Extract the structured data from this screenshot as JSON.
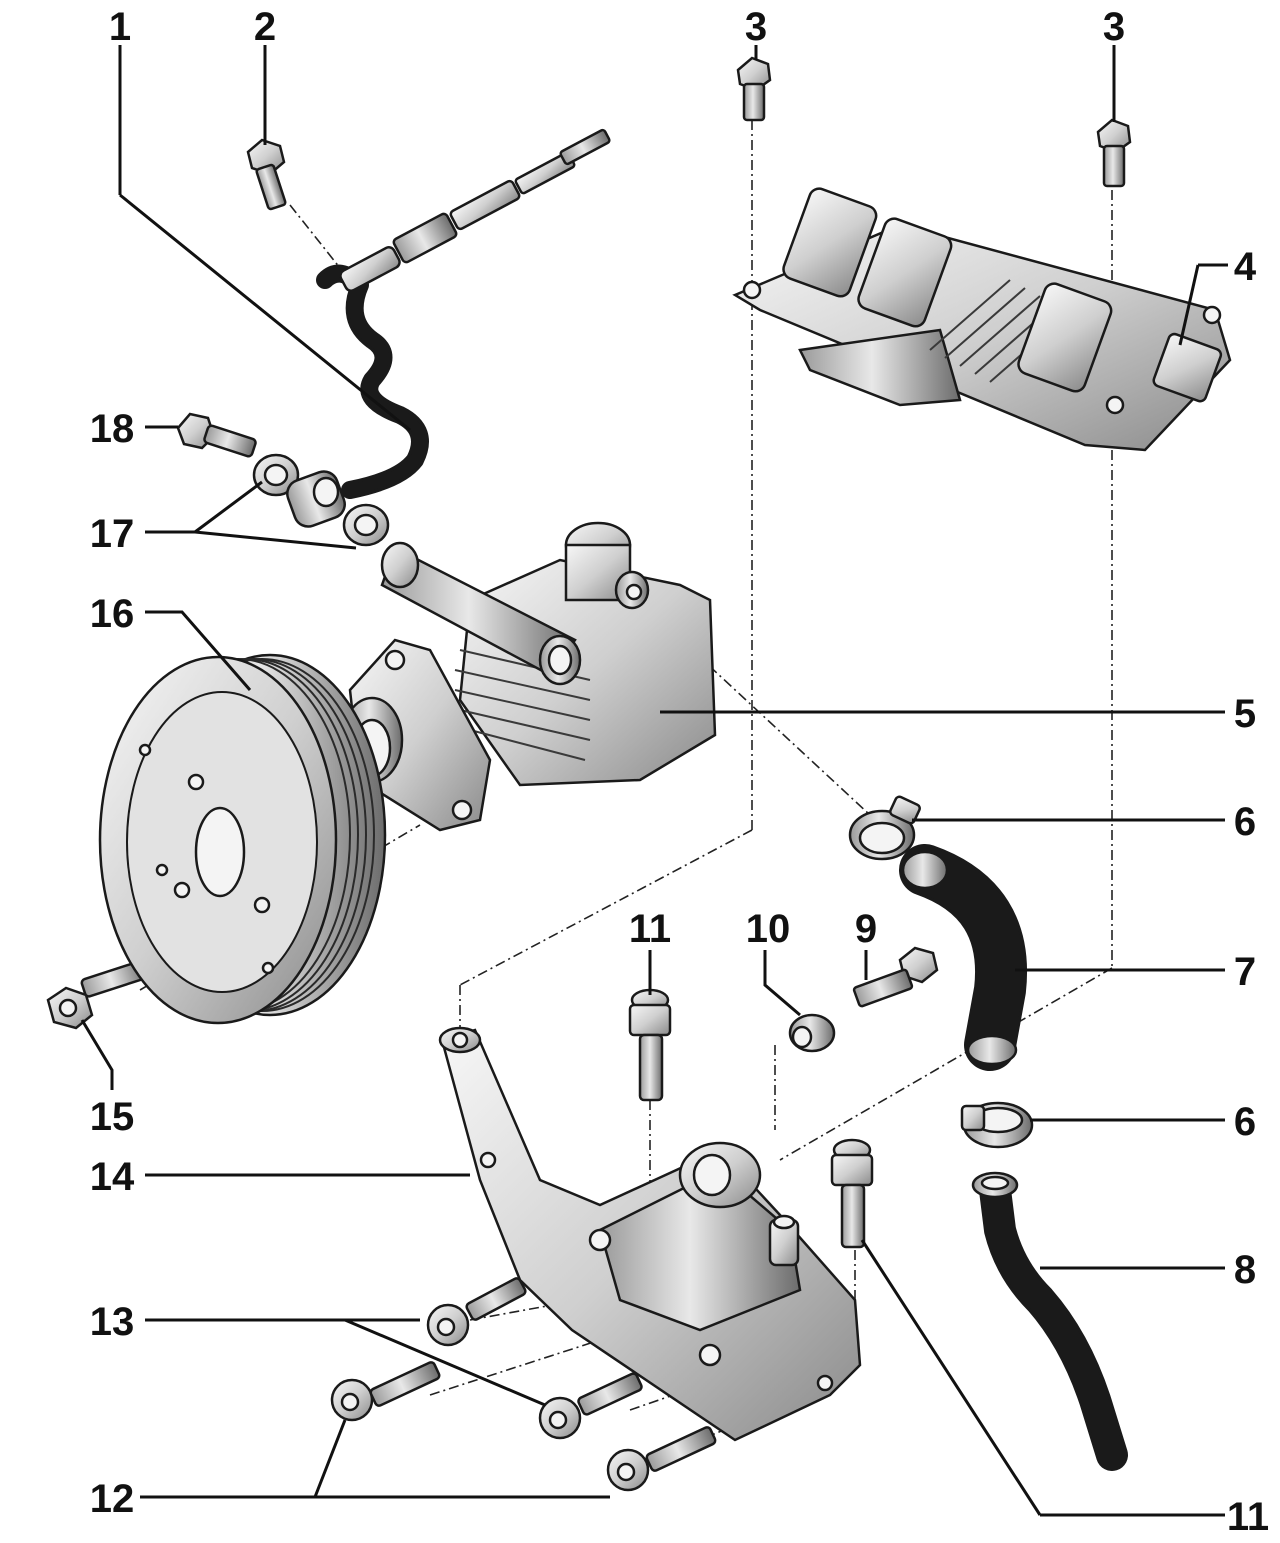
{
  "callouts": [
    {
      "id": "c1",
      "label": "1"
    },
    {
      "id": "c2",
      "label": "2"
    },
    {
      "id": "c3a",
      "label": "3"
    },
    {
      "id": "c3b",
      "label": "3"
    },
    {
      "id": "c4",
      "label": "4"
    },
    {
      "id": "c5",
      "label": "5"
    },
    {
      "id": "c6a",
      "label": "6"
    },
    {
      "id": "c6b",
      "label": "6"
    },
    {
      "id": "c7",
      "label": "7"
    },
    {
      "id": "c8",
      "label": "8"
    },
    {
      "id": "c9",
      "label": "9"
    },
    {
      "id": "c10",
      "label": "10"
    },
    {
      "id": "c11a",
      "label": "11"
    },
    {
      "id": "c11b",
      "label": "11"
    },
    {
      "id": "c12",
      "label": "12"
    },
    {
      "id": "c13",
      "label": "13"
    },
    {
      "id": "c14",
      "label": "14"
    },
    {
      "id": "c15",
      "label": "15"
    },
    {
      "id": "c16",
      "label": "16"
    },
    {
      "id": "c17",
      "label": "17"
    },
    {
      "id": "c18",
      "label": "18"
    }
  ],
  "colors": {
    "line": "#111111",
    "metal_light": "#f2f2f2",
    "metal_mid": "#bdbdbd",
    "metal_dark": "#7a7a7a",
    "background": "#ffffff"
  }
}
